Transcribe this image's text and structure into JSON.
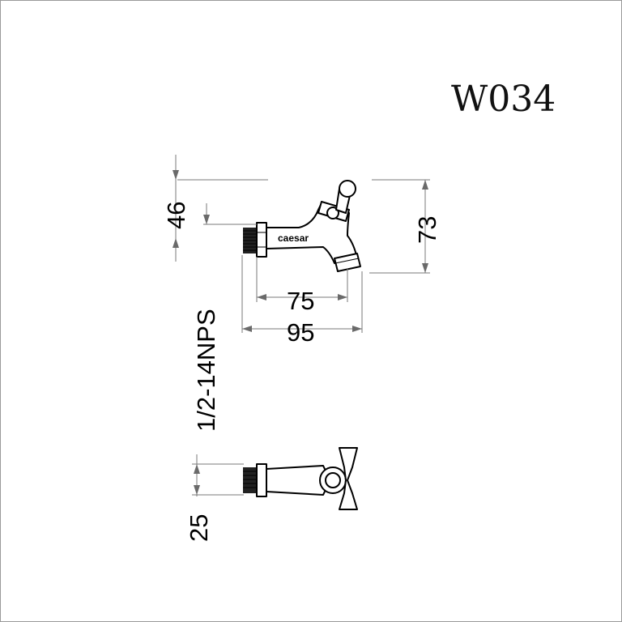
{
  "title": {
    "model_code": "W034"
  },
  "logo": {
    "brand_text": "caesar"
  },
  "dimensions": {
    "height_46": "46",
    "height_73": "73",
    "length_75": "75",
    "length_95": "95",
    "thread_spec": "1/2-14NPS",
    "width_25": "25"
  }
}
